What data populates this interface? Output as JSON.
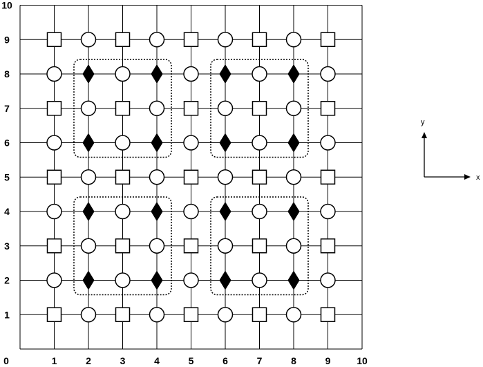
{
  "grid": {
    "x_range": [
      0,
      10
    ],
    "y_range": [
      0,
      10
    ],
    "x_tick_labels": [
      "0",
      "1",
      "2",
      "3",
      "4",
      "5",
      "6",
      "7",
      "8",
      "9",
      "10"
    ],
    "y_tick_labels": [
      "0",
      "1",
      "2",
      "3",
      "4",
      "5",
      "6",
      "7",
      "8",
      "9",
      "10"
    ]
  },
  "markers": {
    "square_rule": "odd x and odd y",
    "circle_rule": "x + y odd",
    "diamond_rule": "even x and even y",
    "range": [
      1,
      9
    ]
  },
  "dotted_groups": [
    {
      "x": [
        2,
        4
      ],
      "y": [
        6,
        8
      ]
    },
    {
      "x": [
        6,
        8
      ],
      "y": [
        6,
        8
      ]
    },
    {
      "x": [
        2,
        4
      ],
      "y": [
        2,
        4
      ]
    },
    {
      "x": [
        6,
        8
      ],
      "y": [
        2,
        4
      ]
    }
  ],
  "axes_indicator": {
    "x_label": "x",
    "y_label": "y"
  },
  "colors": {
    "line": "#000000",
    "marker_fill": "#ffffff",
    "diamond_fill": "#000000"
  }
}
